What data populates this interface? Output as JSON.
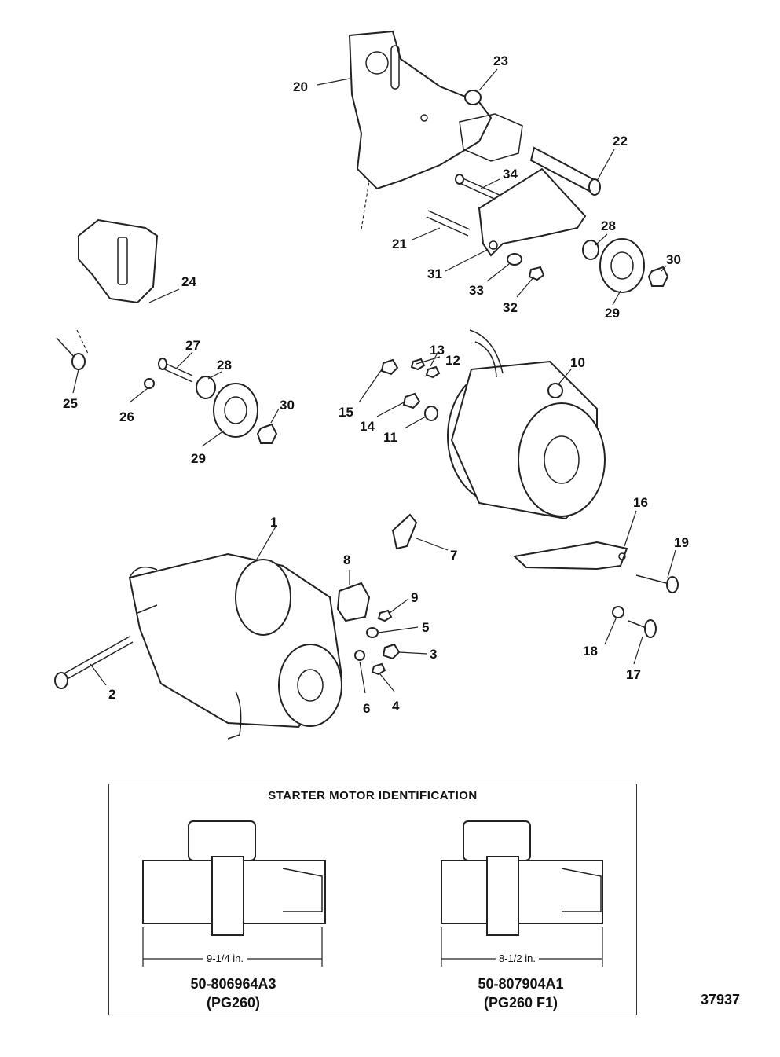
{
  "callouts": {
    "c1": "1",
    "c2": "2",
    "c3": "3",
    "c4": "4",
    "c5": "5",
    "c6": "6",
    "c7": "7",
    "c8": "8",
    "c9": "9",
    "c10": "10",
    "c11": "11",
    "c12": "12",
    "c13": "13",
    "c14": "14",
    "c15": "15",
    "c16": "16",
    "c17": "17",
    "c18": "18",
    "c19": "19",
    "c20": "20",
    "c21": "21",
    "c22": "22",
    "c23": "23",
    "c24": "24",
    "c25": "25",
    "c26": "26",
    "c27": "27",
    "c28a": "28",
    "c28b": "28",
    "c29a": "29",
    "c29b": "29",
    "c30a": "30",
    "c30b": "30",
    "c31": "31",
    "c32": "32",
    "c33": "33",
    "c34": "34"
  },
  "identification": {
    "title": "STARTER MOTOR IDENTIFICATION",
    "left": {
      "length": "9-1/4 in.",
      "part_number": "50-806964A3",
      "model": "(PG260)"
    },
    "right": {
      "length": "8-1/2 in.",
      "part_number": "50-807904A1",
      "model": "(PG260 F1)"
    }
  },
  "drawing_number": "37937"
}
